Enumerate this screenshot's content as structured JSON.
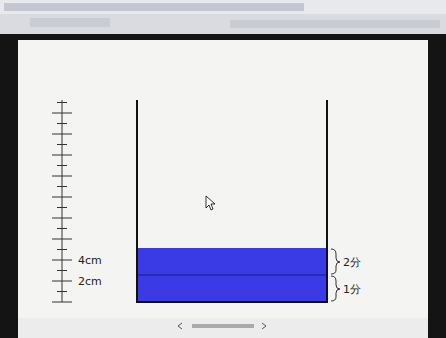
{
  "diagram": {
    "labels": [
      "4cm",
      "2cm",
      "2分",
      "1分"
    ]
  }
}
